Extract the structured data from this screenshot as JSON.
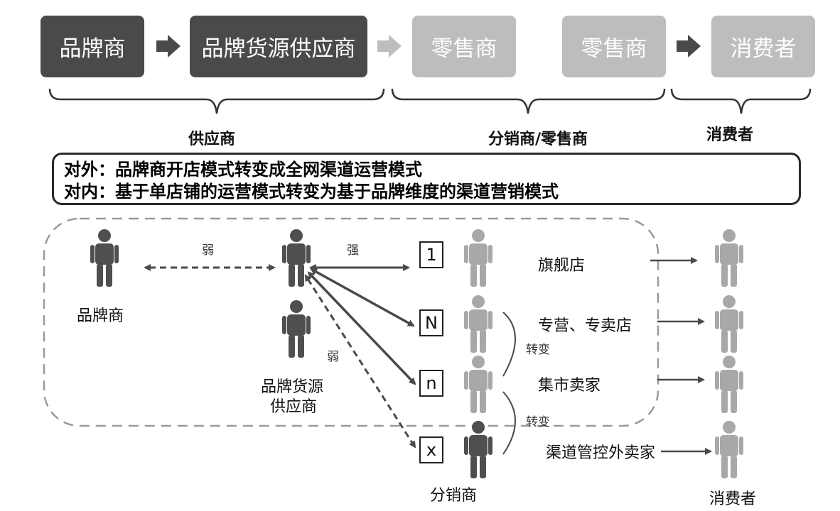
{
  "flow": {
    "box1": "品牌商",
    "box2": "品牌货源供应商",
    "box3": "零售商",
    "box4": "零售商",
    "box5": "消费者"
  },
  "brace_labels": {
    "supplier": "供应商",
    "distributor_retailer": "分销商/零售商",
    "consumer": "消费者"
  },
  "summary": {
    "line1": "对外：品牌商开店模式转变成全网渠道运营模式",
    "line2": "对内：基于单店铺的运营模式转变为基于品牌维度的渠道营销模式"
  },
  "network": {
    "brand_label": "品牌商",
    "supplier_label_line1": "品牌货源",
    "supplier_label_line2": "供应商",
    "weak_label_top": "弱",
    "strong_label": "强",
    "weak_label_mid": "弱",
    "square_1": "1",
    "square_N": "N",
    "square_n": "n",
    "square_x": "x",
    "store_flagship": "旗舰店",
    "store_specialty": "专营、专卖店",
    "store_market": "集市卖家",
    "store_outside": "渠道管控外卖家",
    "transform_1": "转变",
    "transform_2": "转变",
    "distributor_label": "分销商",
    "consumer_label": "消费者"
  },
  "colors": {
    "dark_box": "#4a4a4a",
    "light_box": "#bdbdbd",
    "dark_person": "#4f4f4f",
    "light_person": "#a8a8a8"
  }
}
